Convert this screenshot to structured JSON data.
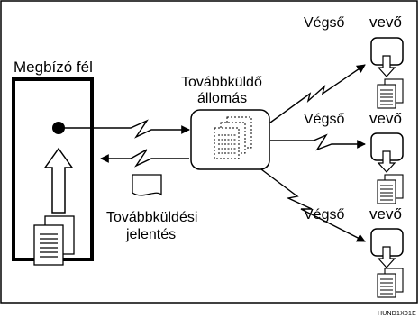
{
  "labels": {
    "sender": "Megbízó fél",
    "relay_line1": "Továbbküldő",
    "relay_line2": "állomás",
    "report_line1": "Továbbküldési",
    "report_line2": "jelentés",
    "final_prefix": "Végső",
    "final_suffix": "vevő",
    "image_code": "HUND1X01E"
  },
  "colors": {
    "stroke": "#000000",
    "background": "#ffffff"
  }
}
